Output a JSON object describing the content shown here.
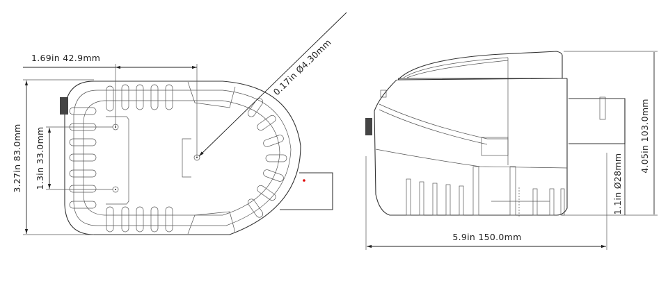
{
  "top_view": {
    "width_dim": "1.69in  42.9mm",
    "hole_dim": "0.17in  Ø4.30mm",
    "height_dim": "3.27in  83.0mm",
    "hole_spacing_dim": "1.3in  33.0mm"
  },
  "side_view": {
    "length_dim": "5.9in  150.0mm",
    "height_dim": "4.05in  103.0mm",
    "outlet_dim": "1.1in  Ø28mm"
  },
  "colors": {
    "line": "#333333",
    "marker": "#e00000"
  }
}
